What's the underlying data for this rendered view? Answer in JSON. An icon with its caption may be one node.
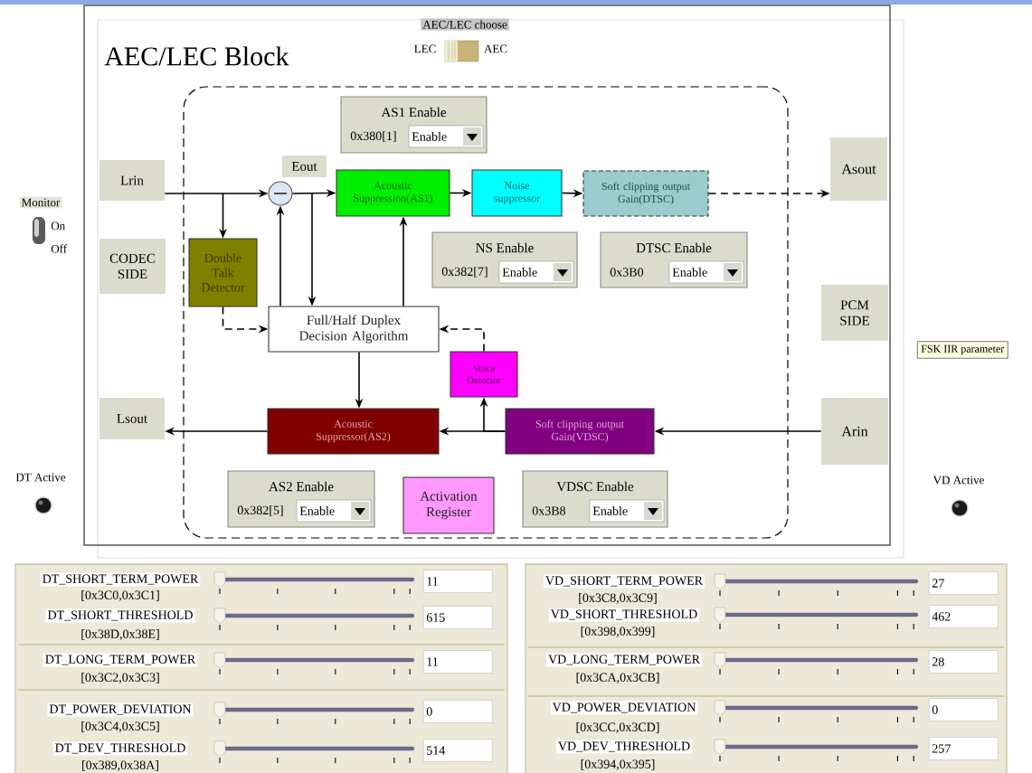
{
  "diagram": {
    "nodes": [
      {
        "text": [
          "AEC/LEC Block"
        ]
      },
      {
        "text": [],
        "shape": "box",
        "in": 0
      },
      {
        "text": [
          "Lrin"
        ],
        "in": 0
      },
      {
        "text": [
          "CODEC SIDE"
        ],
        "in": 0
      },
      {
        "text": [
          "Lsout"
        ],
        "in": 0
      },
      {
        "text": [
          "Asout"
        ],
        "in": 0
      },
      {
        "text": [
          "PCM SIDE"
        ],
        "in": 0
      },
      {
        "text": [
          "Arin"
        ],
        "in": 0
      },
      {
        "text": [],
        "shape": "circle",
        "beside": [
          "Eout"
        ],
        "in": 1
      },
      {
        "text": [
          "Acoustic Suppression(AS1)"
        ],
        "in": 1
      },
      {
        "text": [
          "Noise suppressor"
        ],
        "in": 1
      },
      {
        "text": [
          "Soft clipping output Gain(DTSC)"
        ],
        "in": 1
      },
      {
        "text": [
          "Double Talk Detector"
        ],
        "in": 1
      },
      {
        "text": [
          "Full/Half Duplex Decision Algorithm"
        ],
        "in": 1
      },
      {
        "text": [
          "Voice Detector"
        ],
        "in": 1
      },
      {
        "text": [
          "Acoustic Suppressor(AS2)"
        ],
        "in": 1
      },
      {
        "text": [
          "Soft clipping output Gain(VDSC)"
        ],
        "in": 1
      },
      {
        "text": [
          "Activation Register"
        ],
        "in": 1
      },
      {
        "text": [
          "AS1 Enable",
          "0x380[1]",
          "Enable"
        ],
        "in": 1
      },
      {
        "text": [
          "NS Enable",
          "0x382[7]",
          "Enable"
        ],
        "in": 1
      },
      {
        "text": [
          "DTSC Enable",
          "0x3B0",
          "Enable"
        ],
        "in": 1
      },
      {
        "text": [
          "AS2 Enable",
          "0x382[5]",
          "Enable"
        ],
        "in": 1
      },
      {
        "text": [
          "VDSC Enable",
          "0x3B8",
          "Enable"
        ],
        "in": 1
      }
    ],
    "edges": [
      {
        "from": 2,
        "to": 8,
        "arrow": "to"
      },
      {
        "from": 8,
        "to": 9,
        "arrow": "to"
      },
      {
        "from": 9,
        "to": 10,
        "arrow": "to"
      },
      {
        "from": 10,
        "to": 11,
        "arrow": "to"
      },
      {
        "from": 11,
        "to": 5,
        "arrow": "to",
        "style": "dashed"
      },
      {
        "from": null,
        "to": 12,
        "arrow": "to"
      },
      {
        "from": 12,
        "to": 13,
        "arrow": "to",
        "style": "dashed"
      },
      {
        "from": 13,
        "to": 8,
        "arrow": "to"
      },
      {
        "from": 8,
        "to": 13,
        "arrow": "to"
      },
      {
        "from": 13,
        "to": 9,
        "arrow": "to"
      },
      {
        "from": 14,
        "to": 13,
        "arrow": "to",
        "style": "dashed"
      },
      {
        "from": 13,
        "to": 15,
        "arrow": "to"
      },
      {
        "from": 16,
        "to": 15,
        "arrow": "to"
      },
      {
        "from": 16,
        "to": 14,
        "arrow": "to"
      },
      {
        "from": 7,
        "to": 16,
        "arrow": "to"
      },
      {
        "from": 15,
        "to": 4,
        "arrow": "to"
      }
    ],
    "labels": [
      "AEC/LEC choose",
      "LEC",
      "AEC",
      "Monitor",
      "On",
      "Off",
      "FSK IIR parameter",
      "DT Active",
      "VD Active",
      "DT_SHORT_TERM_POWER",
      "[0x3C0,0x3C1]",
      "11",
      "DT_SHORT_THRESHOLD",
      "[0x38D,0x38E]",
      "615",
      "DT_LONG_TERM_POWER",
      "[0x3C2,0x3C3]",
      "11",
      "DT_POWER_DEVIATION",
      "[0x3C4,0x3C5]",
      "0",
      "DT_DEV_THRESHOLD",
      "[0x389,0x38A]",
      "514",
      "VD_SHORT_TERM_POWER",
      "[0x3C8,0x3C9]",
      "27",
      "VD_SHORT_THRESHOLD",
      "[0x398,0x399]",
      "462",
      "VD_LONG_TERM_POWER",
      "[0x3CA,0x3CB]",
      "28",
      "VD_POWER_DEVIATION",
      "[0x3CC,0x3CD]",
      "0",
      "VD_DEV_THRESHOLD",
      "[0x394,0x395]",
      "257"
    ]
  }
}
